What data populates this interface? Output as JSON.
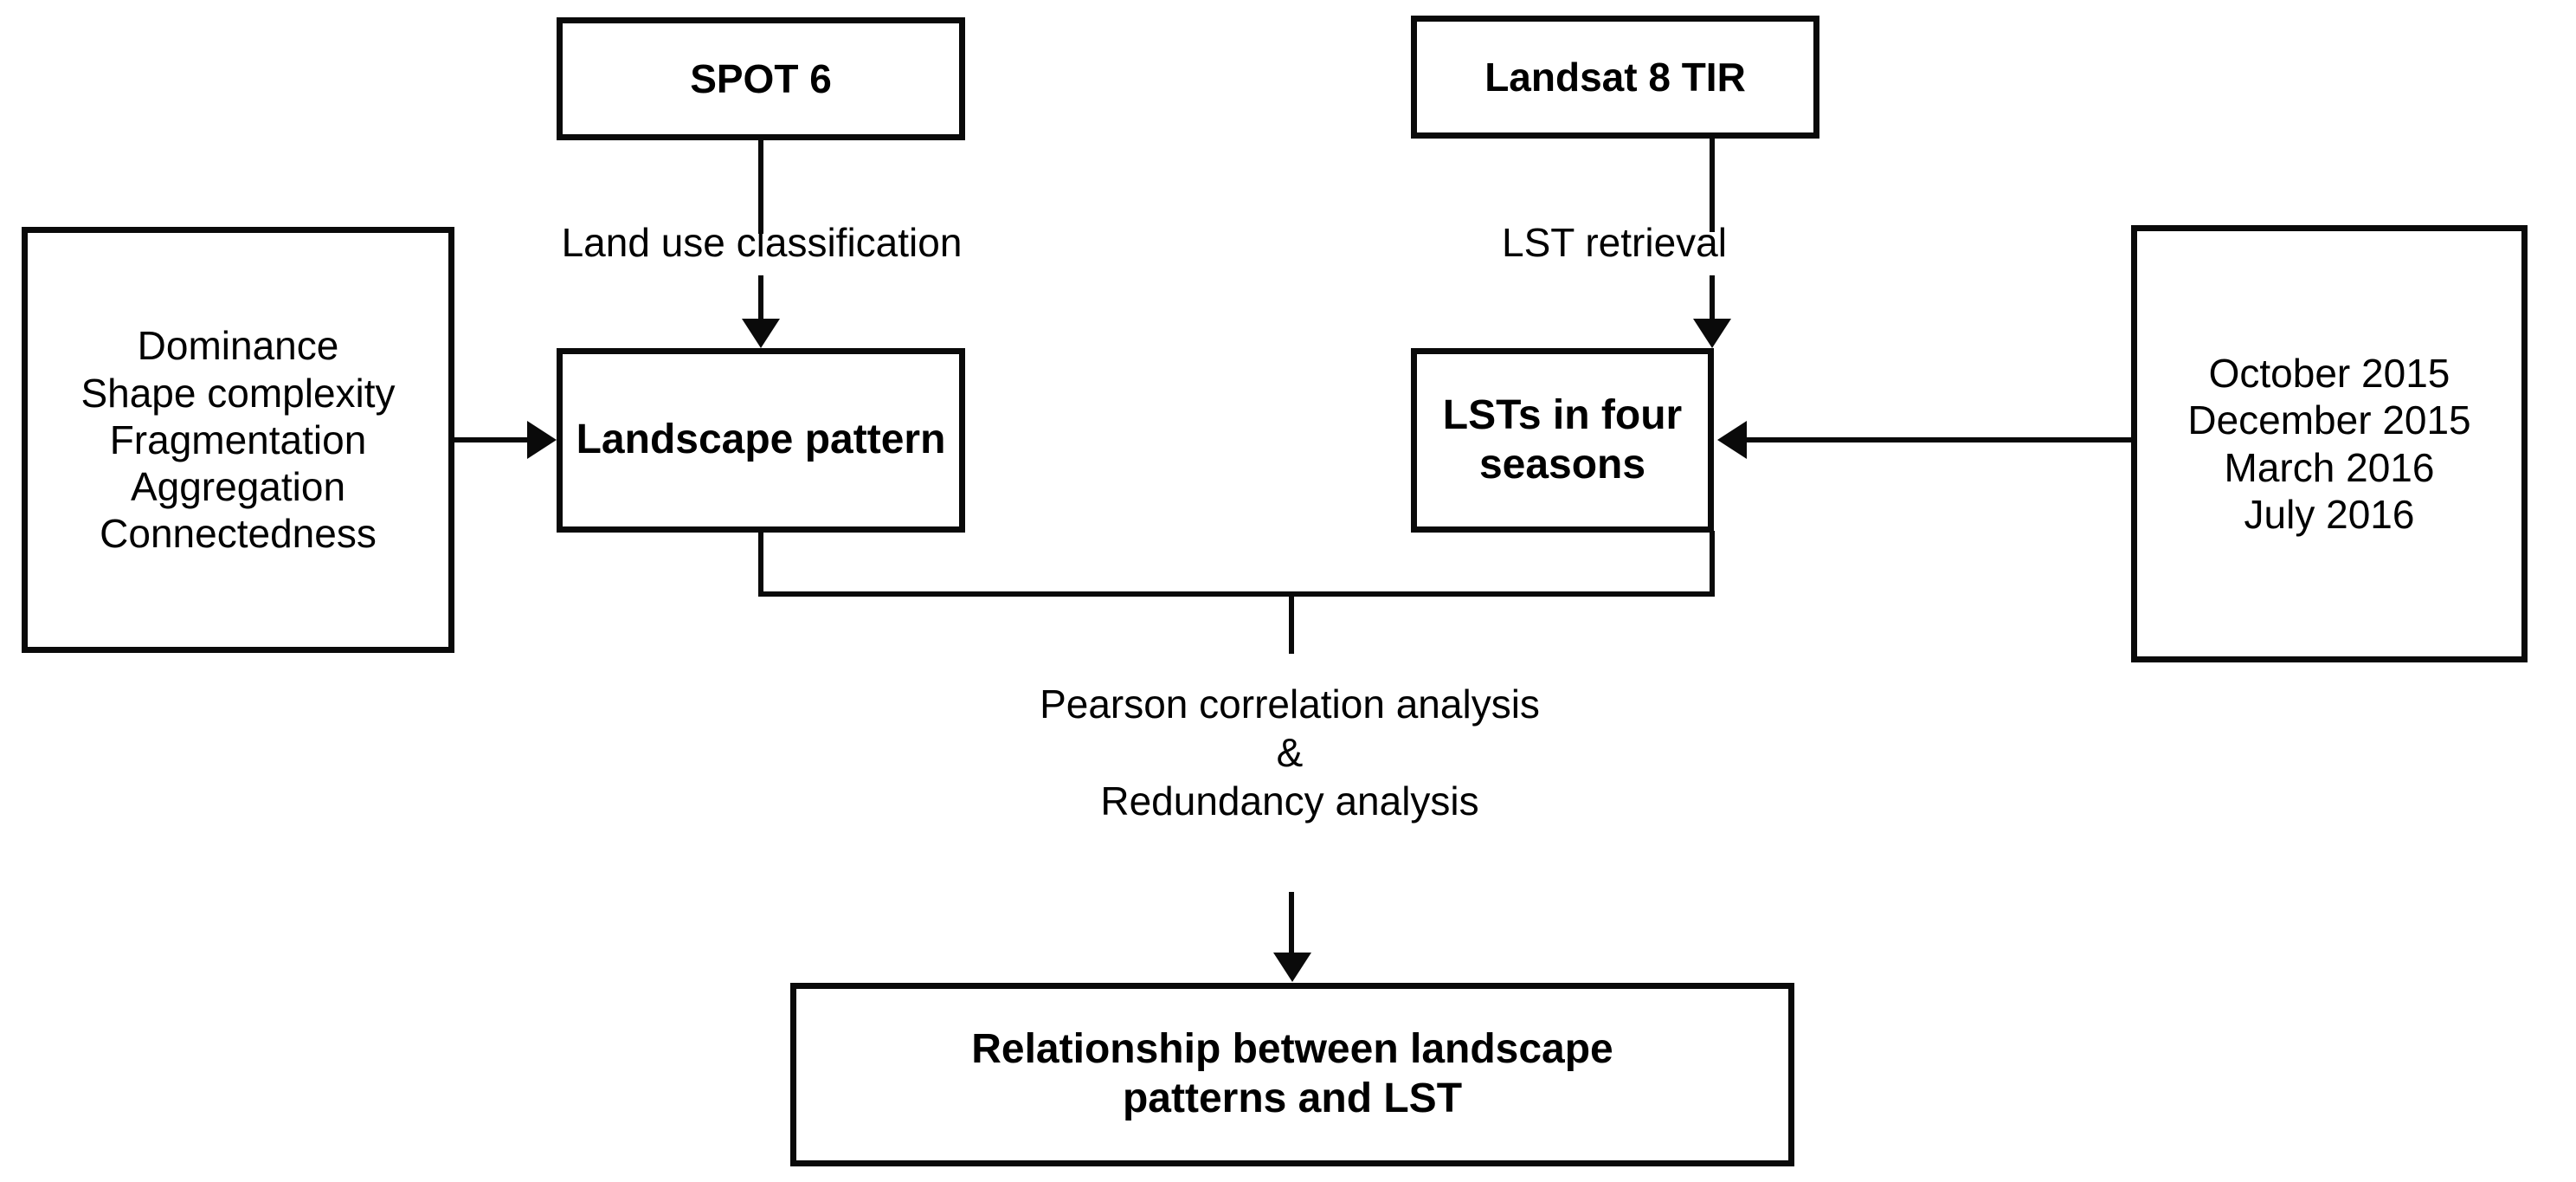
{
  "diagram": {
    "title_text": "",
    "background": "#ffffff",
    "line_color": "#0a0a0a",
    "nodes": {
      "spot6": {
        "label": "SPOT 6"
      },
      "landsat": {
        "label": "Landsat 8 TIR"
      },
      "metrics": {
        "label": "Dominance\nShape complexity\nFragmentation\nAggregation\nConnectedness"
      },
      "dates": {
        "label": "October 2015\nDecember 2015\nMarch 2016\nJuly 2016"
      },
      "landscape": {
        "label": "Landscape pattern"
      },
      "lsts": {
        "label": "LSTs in four seasons"
      },
      "result": {
        "label": "Relationship between landscape\npatterns and LST"
      }
    },
    "edge_labels": {
      "land_use_classification": "Land use classification",
      "lst_retrieval": "LST  retrieval",
      "analysis": "Pearson correlation analysis\n&\nRedundancy analysis"
    },
    "metrics_list": [
      "Dominance",
      "Shape complexity",
      "Fragmentation",
      "Aggregation",
      "Connectedness"
    ],
    "dates_list": [
      "October 2015",
      "December 2015",
      "March 2016",
      "July 2016"
    ],
    "analysis_lines": [
      "Pearson correlation analysis",
      "&",
      "Redundancy analysis"
    ]
  }
}
